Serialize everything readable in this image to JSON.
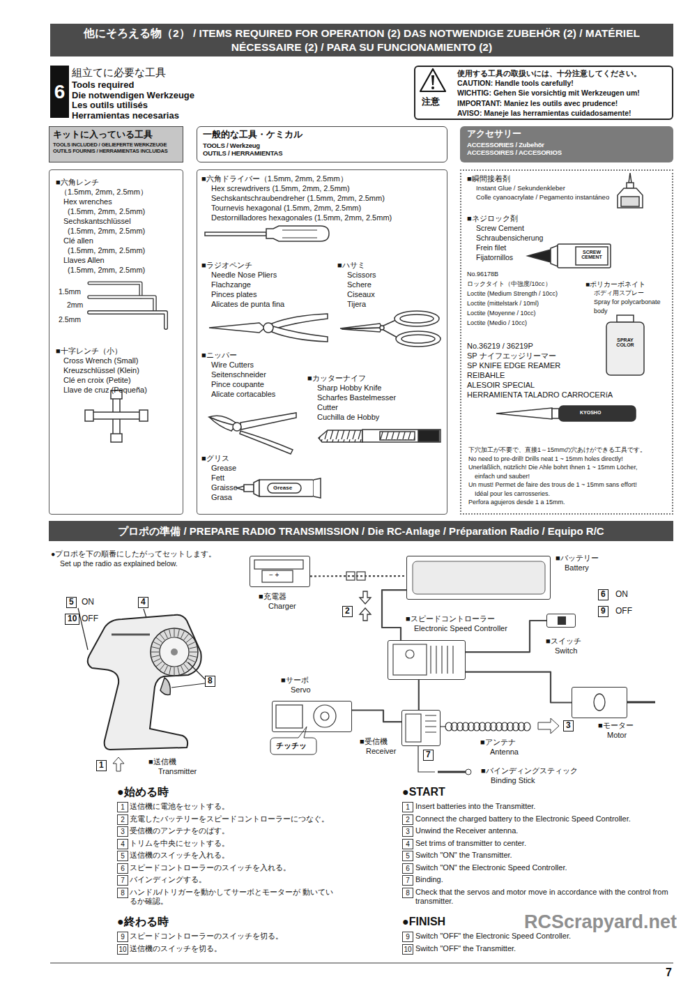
{
  "diagram": {
    "title": "他にそろえる物（2） / ITEMS REQUIRED FOR OPERATION (2) DAS NOTWENDIGE ZUBEHÖR (2) / MATÉRIEL NÉCESSAIRE (2) / PARA SU FUNCIONAMIENTO (2)",
    "nodes": [
      {
        "text": [
          "6"
        ]
      },
      {
        "text": [
          "注意",
          "使用する工具の取扱いには、十分注意してください。",
          "CAUTION: Handle tools carefully!",
          "WICHTIG: Gehen Sie vorsichtig mit Werkzeugen um!",
          "IMPORTANT: Maniez les outils avec prudence!",
          "AVISO: Maneje las herramientas cuidadosamente!"
        ]
      },
      {
        "text": [
          "キットに入っている工具",
          "TOOLS INCLUDED / GELIEFERTE WERKZEUGE",
          "OUTILS FOURNIS / HERRAMIENTAS INCLUIDAS"
        ]
      },
      {
        "text": [
          "一般的な工具・ケミカル",
          "TOOLS / Werkzeug",
          "OUTILS / HERRAMIENTAS"
        ]
      },
      {
        "text": [
          "アクセサリー",
          "ACCESSORIES / Zubehör",
          "ACCESSOIRES / ACCESORIOS"
        ]
      },
      {
        "text": [
          "■六角レンチ",
          "（1.5mm, 2mm, 2.5mm）",
          "Hex wrenches",
          "(1.5mm, 2mm, 2.5mm)",
          "Sechskantschlüssel",
          "(1.5mm, 2mm, 2.5mm)",
          "Clé allen",
          "(1.5mm, 2mm, 2.5mm)",
          "Llaves Allen",
          "(1.5mm, 2mm, 2.5mm)",
          "1.5mm",
          "2mm",
          "2.5mm",
          "■十字レンチ（小）",
          "Cross Wrench (Small)",
          "Kreuzschlüssel (Klein)",
          "Clé en croix (Petite)",
          "Llave de cruz (Pequeña)"
        ]
      },
      {
        "text": [
          "■六角ドライバー（1.5mm, 2mm, 2.5mm）",
          "Hex screwdrivers (1.5mm, 2mm, 2.5mm)",
          "Sechskantschraubendreher (1.5mm, 2mm, 2.5mm)",
          "Tournevis hexagonal (1.5mm, 2mm, 2.5mm)",
          "Destornilladores hexagonales (1.5mm, 2mm, 2.5mm)",
          "■ラジオペンチ",
          "Needle Nose Pliers",
          "Flachzange",
          "Pinces plates",
          "Alicates de punta fina",
          "■ハサミ",
          "Scissors",
          "Schere",
          "Ciseaux",
          "Tijera",
          "■ニッパー",
          "Wire Cutters",
          "Seitenschneider",
          "Pince coupante",
          "Alicate cortacables",
          "■カッターナイフ",
          "Sharp Hobby Knife",
          "Scharfes Bastelmesser",
          "Cutter",
          "Cuchilla de Hobby",
          "■グリス",
          "Grease",
          "Fett",
          "Graisse",
          "Grasa",
          "Grease"
        ]
      },
      {
        "text": [
          "■瞬間接着剤",
          "Instant Glue / Sekundenkleber",
          "Colle cyanoacrylate / Pegamento instantáneo",
          "■ネジロック剤",
          "Screw Cement",
          "Schraubensicherung",
          "Frein filet",
          "Fijatornillos",
          "SCREW CEMENT",
          "No.96178B",
          "ロックタイト（中強度/10cc）",
          "Loctite (Medium Strength / 10cc)",
          "Loctite (mittelstark / 10ml)",
          "Loctite (Moyenne / 10cc)",
          "Loctite (Medio / 10cc)",
          "■ポリカーボネイト",
          "ボディ用スプレー",
          "Spray for polycarbonate",
          "body",
          "SPRAY COLOR",
          "No.36219 / 36219P",
          "SP ナイフエッジリーマー",
          "SP KNIFE EDGE REAMER",
          "REIBAHLE",
          "ALESOIR SPECIAL",
          "HERRAMIENTA TALADRO CARROCERíA",
          "KYOSHO",
          "下穴加工が不要で、直接1～15mmの穴あけができる工具です。",
          "No need to pre-drill! Drills neat 1 ~ 15mm holes directly!",
          "Unerläßlich, nützlich! Die Ahle bohrt Ihnen 1 ~ 15mm Löcher,",
          "einfach und sauber!",
          "Un must!  Permet de faire des trous de 1 ~ 15mm sans effort!",
          "Idéal pour les carrosseries.",
          "Perfora agujeros desde 1 a 15mm."
        ]
      },
      {
        "text": [
          "プロポの準備 / PREPARE RADIO TRANSMISSION / Die RC-Anlage / Préparation Radio / Equipo R/C"
        ]
      },
      {
        "text": [
          "− +",
          "■充電器",
          "Charger"
        ]
      },
      {
        "text": [
          "■バッテリー",
          "Battery"
        ]
      },
      {
        "text": [
          "■スピードコントローラー",
          "Electronic Speed Controller"
        ]
      },
      {
        "text": [
          "■スイッチ",
          "Switch"
        ]
      },
      {
        "text": [
          "■サーボ",
          "Servo"
        ]
      },
      {
        "text": [
          "■受信機",
          "Receiver"
        ]
      },
      {
        "text": [
          "■モーター",
          "Motor"
        ]
      }
    ],
    "edges": [
      {
        "from": 9,
        "to": 10,
        "arrow": "none"
      },
      {
        "from": 10,
        "to": 11,
        "arrow": "none"
      },
      {
        "from": 11,
        "to": 12,
        "arrow": "none"
      },
      {
        "from": 11,
        "to": 15,
        "arrow": "none"
      },
      {
        "from": 11,
        "to": 14,
        "arrow": "none"
      },
      {
        "from": 13,
        "to": 14,
        "arrow": "none"
      }
    ],
    "labels": [
      "組立てに必要な工具",
      "Tools required",
      "Die notwendigen Werkzeuge",
      "Les outils utilisés",
      "Herramientas necesarias",
      "●プロポを下の順番にしたがってセットします。",
      "Set up the radio as explained below.",
      "5",
      "ON",
      "10",
      "OFF",
      "4",
      "8",
      "1",
      "■送信機",
      "Transmitter",
      "2",
      "6",
      "ON",
      "9",
      "OFF",
      "チッチッ",
      "3",
      "■アンテナ",
      "Antenna",
      "7",
      "■バインディングスティック",
      "Binding Stick",
      "●始める時",
      "1",
      "送信機に電池をセットする。",
      "2",
      "充電したバッテリーをスピードコントローラーにつなぐ。",
      "3",
      "受信機のアンテナをのばす。",
      "4",
      "トリムを中央にセットする。",
      "5",
      "送信機のスイッチを入れる。",
      "6",
      "スピードコントローラーのスイッチを入れる。",
      "7",
      "バインディングする。",
      "8",
      "ハンドル/トリガーを動かしてサーボとモーターが 動いているか確認。",
      "●終わる時",
      "9",
      "スピードコントローラーのスイッチを切る。",
      "10",
      "送信機のスイッチを切る。",
      "●START",
      "1",
      "Insert batteries into the Transmitter.",
      "2",
      "Connect the charged battery to the Electronic Speed Controller.",
      "3",
      "Unwind the Receiver antenna.",
      "4",
      "Set trims of transmitter to center.",
      "5",
      "Switch \"ON\" the Transmitter.",
      "6",
      "Switch \"ON\" the Electronic Speed Controller.",
      "7",
      "Binding.",
      "8",
      "Check that the servos and motor move in accordance with the control from transmitter.",
      "●FINISH",
      "9",
      "Switch \"OFF\" the Electronic Speed Controller.",
      "10",
      "Switch \"OFF\" the Transmitter.",
      "RCScrapyard.net",
      "7"
    ]
  }
}
